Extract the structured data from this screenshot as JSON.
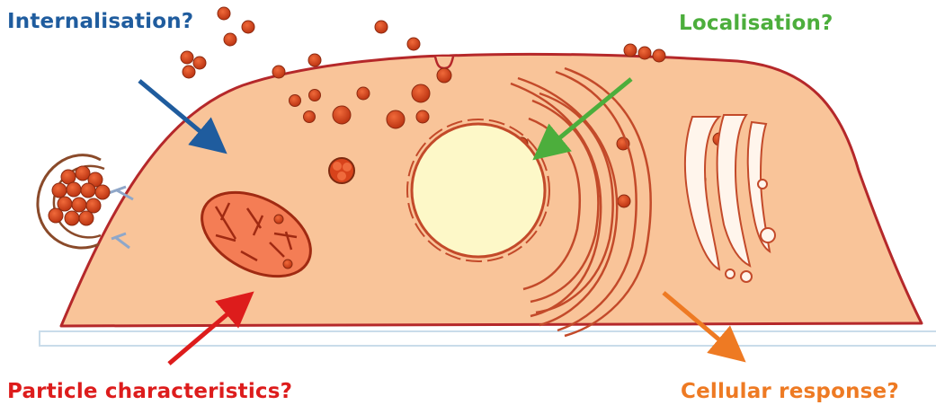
{
  "labels": {
    "internalisation": "Internalisation?",
    "localisation": "Localisation?",
    "particle_characteristics": "Particle characteristics?",
    "cellular_response": "Cellular response?"
  },
  "colors": {
    "internalisation": "#1f5c9e",
    "localisation": "#4cae3c",
    "particle_characteristics": "#dd1c1c",
    "cellular_response": "#ee7a23",
    "cell_fill": "#f9c499",
    "cell_outline": "#b5282a",
    "particle": "#d8431b",
    "nucleus_fill": "#fdf8c8",
    "mitochondrion": "#f47d55"
  }
}
